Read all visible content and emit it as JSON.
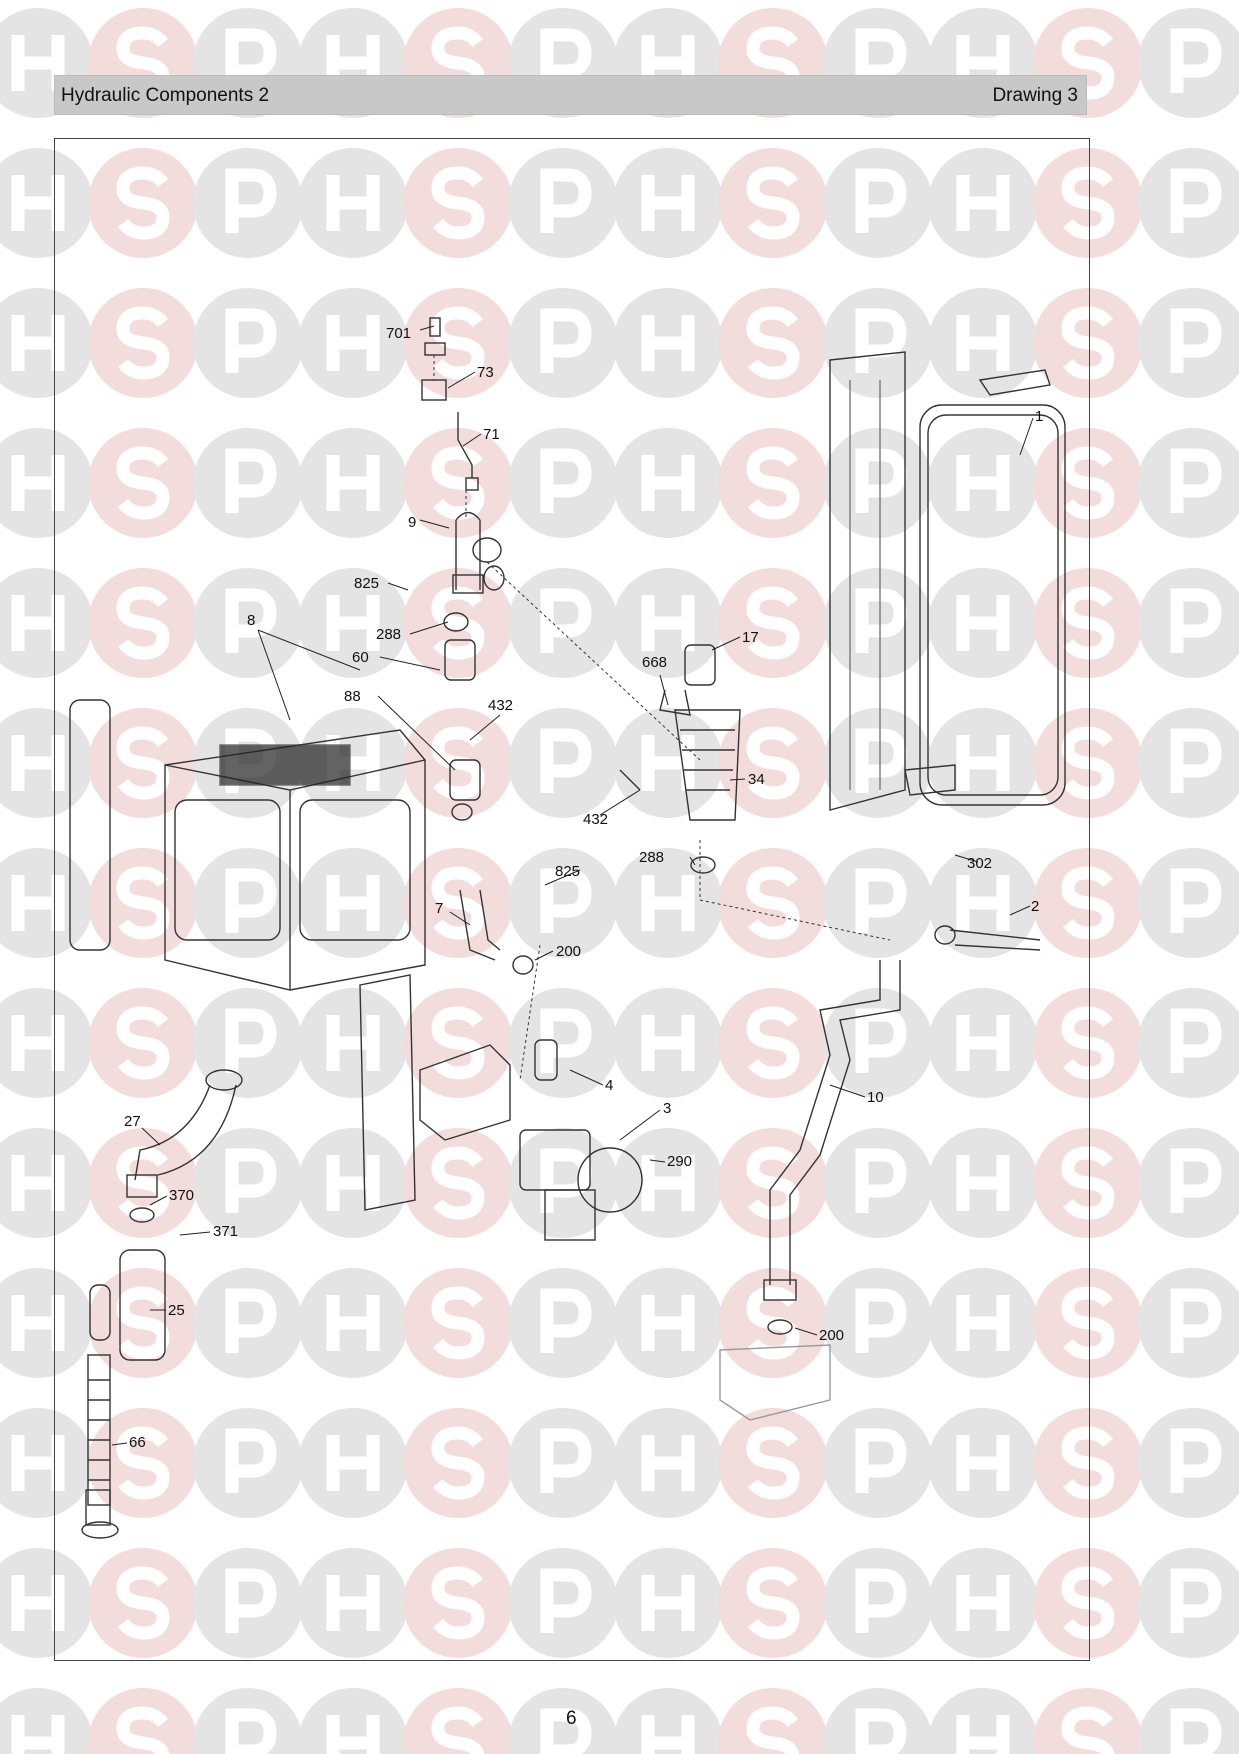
{
  "header": {
    "title": "Hydraulic Components 2",
    "drawing": "Drawing 3"
  },
  "watermark": {
    "letters": [
      "H",
      "S",
      "P"
    ],
    "colors": {
      "grey": "#e4e4e4",
      "pink": "#f2dcdc"
    }
  },
  "callouts": {
    "c701": "701",
    "c73": "73",
    "c71": "71",
    "c9": "9",
    "c825a": "825",
    "c288a": "288",
    "c8": "8",
    "c60": "60",
    "c88": "88",
    "c432a": "432",
    "c17": "17",
    "c668": "668",
    "c34": "34",
    "c432b": "432",
    "c288b": "288",
    "c825b": "825",
    "c7": "7",
    "c200a": "200",
    "c1": "1",
    "c302": "302",
    "c2": "2",
    "c10": "10",
    "c4": "4",
    "c3": "3",
    "c290": "290",
    "c27": "27",
    "c370": "370",
    "c371": "371",
    "c25": "25",
    "c66": "66",
    "c200b": "200"
  },
  "footer": {
    "page": "6"
  }
}
